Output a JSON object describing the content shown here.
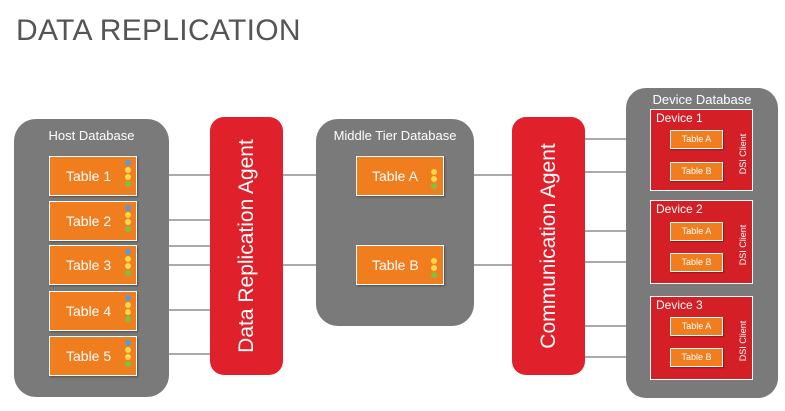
{
  "title": "DATA REPLICATION",
  "host_database": {
    "label": "Host Database",
    "tables": [
      "Table 1",
      "Table 2",
      "Table 3",
      "Table 4",
      "Table 5"
    ]
  },
  "data_replication_agent": {
    "label": "Data Replication Agent"
  },
  "middle_tier_database": {
    "label": "Middle Tier Database",
    "tables": [
      "Table A",
      "Table B"
    ]
  },
  "communication_agent": {
    "label": "Communication Agent"
  },
  "device_database": {
    "label": "Device Database",
    "devices": [
      {
        "label": "Device 1",
        "client": "DSI Client",
        "tables": [
          "Table A",
          "Table B"
        ]
      },
      {
        "label": "Device 2",
        "client": "DSI Client",
        "tables": [
          "Table A",
          "Table B"
        ]
      },
      {
        "label": "Device 3",
        "client": "DSI Client",
        "tables": [
          "Table A",
          "Table B"
        ]
      }
    ]
  },
  "colors": {
    "panel_gray": "#7a7a7a",
    "agent_red": "#e0202a",
    "table_orange": "#f07d1e",
    "device_red": "#d51f27",
    "title_gray": "#555555",
    "dot_blue": "#5b9bd5",
    "dot_yellow": "#ffd84a",
    "dot_green": "#7cc242"
  }
}
